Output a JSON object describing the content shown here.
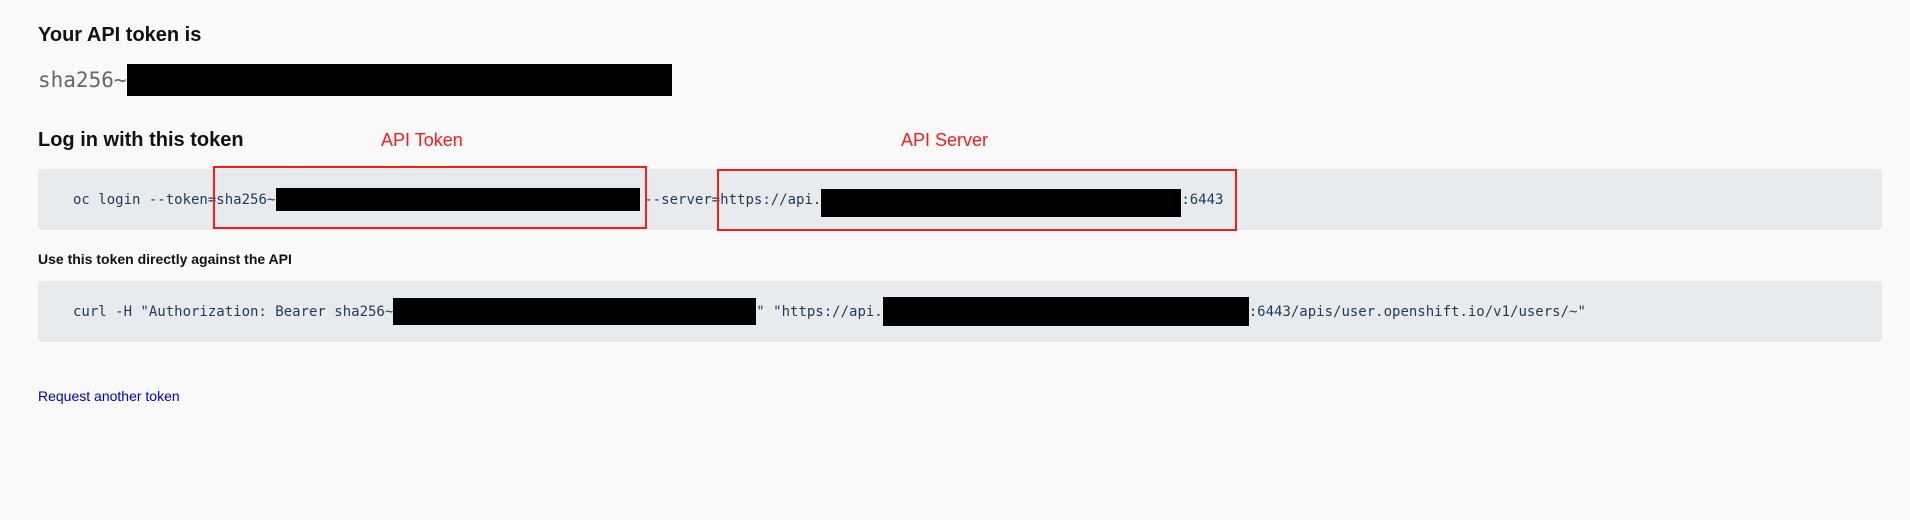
{
  "token_section": {
    "title": "Your API token is",
    "token_prefix": "sha256~"
  },
  "login_section": {
    "title": "Log in with this token",
    "command_prefix": "oc login --token=",
    "token_prefix": "sha256~",
    "server_flag": "--server=",
    "server_prefix": "https://api.",
    "server_suffix": ":6443"
  },
  "annotations": {
    "api_token_label": "API Token",
    "api_server_label": "API Server",
    "color": "#ff1a1a"
  },
  "curl_section": {
    "title": "Use this token directly against the API",
    "command_prefix": "curl -H \"Authorization: Bearer sha256~",
    "middle": "\" \"https://api.",
    "suffix": ":6443/apis/user.openshift.io/v1/users/~\""
  },
  "request_link": "Request another token"
}
